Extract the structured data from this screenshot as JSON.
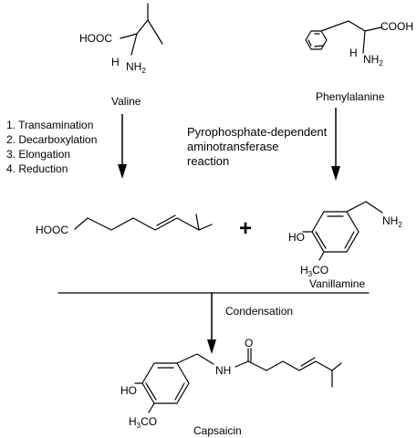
{
  "compounds": {
    "valine": "Valine",
    "phenylalanine": "Phenylalanine",
    "vanillamine": "Vanillamine",
    "capsaicin": "Capsaicin"
  },
  "steps": [
    "1. Transamination",
    "2. Decarboxylation",
    "3. Elongation",
    "4. Reduction"
  ],
  "enzyme_lines": [
    "Pyrophosphate-dependent",
    "aminotransferase",
    "reaction"
  ],
  "condensation": "Condensation",
  "plus": "+",
  "atoms": {
    "hooc": "HOOC",
    "cooh": "COOH",
    "h": "H",
    "nh": "NH",
    "nh2_sub": "2",
    "ho": "HO",
    "h3co_h": "H",
    "h3co_sub": "3",
    "h3co_co": "CO",
    "o": "O"
  }
}
